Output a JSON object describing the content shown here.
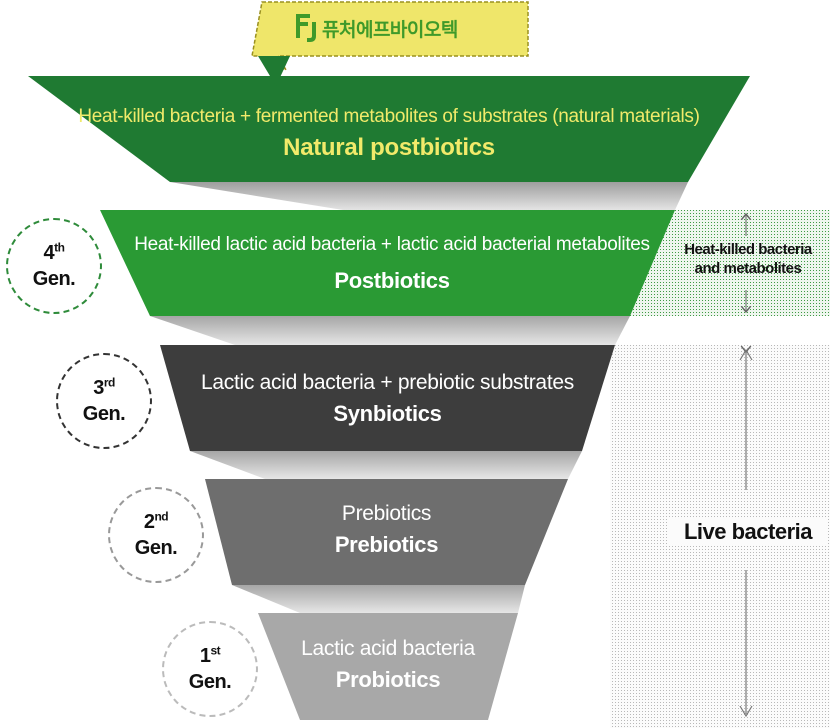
{
  "logo": {
    "text": "퓨처에프바이오텍",
    "colors": {
      "badge": "#efe66a",
      "badge_border": "#9a9020",
      "mark": "#3f9a2a"
    }
  },
  "layers": [
    {
      "id": "natural-postbiotics",
      "subtitle": "Heat-killed bacteria + fermented metabolites of substrates (natural materials)",
      "title": "Natural postbiotics",
      "fill": "#1f7a32",
      "text_color": "#f1ea6a"
    },
    {
      "id": "postbiotics",
      "subtitle": "Heat-killed lactic acid bacteria + lactic acid bacterial metabolites",
      "title": "Postbiotics",
      "fill": "#2a9a34",
      "text_color": "#ffffff"
    },
    {
      "id": "synbiotics",
      "subtitle": "Lactic acid bacteria + prebiotic substrates",
      "title": "Synbiotics",
      "fill": "#3d3d3d",
      "text_color": "#ffffff"
    },
    {
      "id": "prebiotics",
      "subtitle": "Prebiotics",
      "title": "Prebiotics",
      "fill": "#6e6e6e",
      "text_color": "#ffffff"
    },
    {
      "id": "probiotics",
      "subtitle": "Lactic acid bacteria",
      "title": "Probiotics",
      "fill": "#a8a8a8",
      "text_color": "#ffffff"
    }
  ],
  "generations": [
    {
      "num": "4",
      "suffix": "th",
      "label": "Gen.",
      "border": "#2e8b3a"
    },
    {
      "num": "3",
      "suffix": "rd",
      "label": "Gen.",
      "border": "#333333"
    },
    {
      "num": "2",
      "suffix": "nd",
      "label": "Gen.",
      "border": "#999999"
    },
    {
      "num": "1",
      "suffix": "st",
      "label": "Gen.",
      "border": "#bbbbbb"
    }
  ],
  "side": {
    "heat_killed": {
      "line1": "Heat-killed bacteria",
      "line2": "and metabolites"
    },
    "live": "Live bacteria"
  }
}
